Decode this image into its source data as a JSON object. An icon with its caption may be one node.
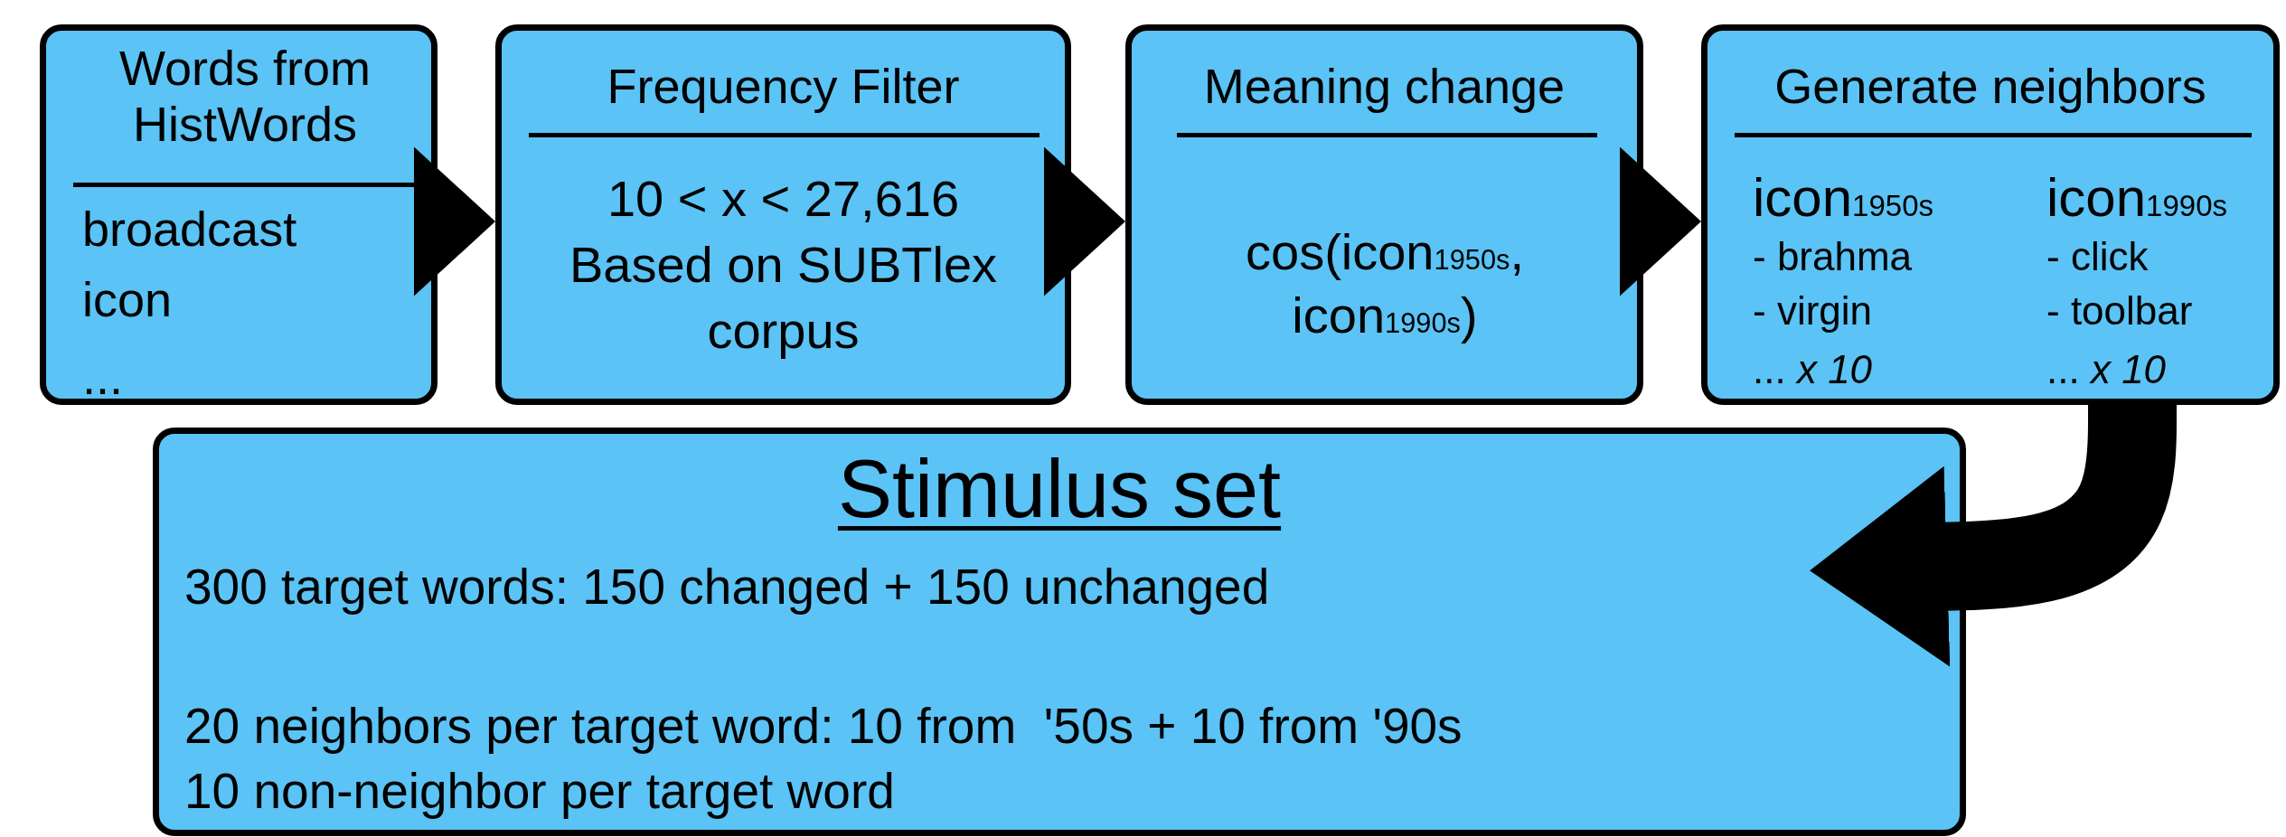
{
  "diagram": {
    "nodes": [
      {
        "text": [
          "Words from HistWords",
          "broadcast",
          "icon",
          "..."
        ]
      },
      {
        "text": [
          "Frequency Filter",
          "10 < x < 27,616 Based on SUBTlex corpus"
        ]
      },
      {
        "text": [
          "Meaning change",
          "cos(icon$_{1950s}$, icon$_{1990s}$)"
        ]
      },
      {
        "text": [
          "Generate neighbors",
          "icon$_{1950s}$",
          "- brahma",
          "- virgin",
          "... *x 10*",
          "icon$_{1990s}$",
          "- click",
          "- toolbar",
          "... *x 10*"
        ]
      },
      {
        "text": [
          "Stimulus set",
          "300 target words: 150 changed + 150 unchanged",
          "20 neighbors per target word: 10 from  '50s + 10 from '90s",
          "10 non-neighbor per target word"
        ]
      }
    ],
    "edges": [
      {
        "from": 0,
        "to": 1,
        "arrow": "to"
      },
      {
        "from": 1,
        "to": 2,
        "arrow": "to"
      },
      {
        "from": 2,
        "to": 3,
        "arrow": "to"
      },
      {
        "from": 3,
        "to": 4,
        "arrow": "to"
      }
    ]
  }
}
